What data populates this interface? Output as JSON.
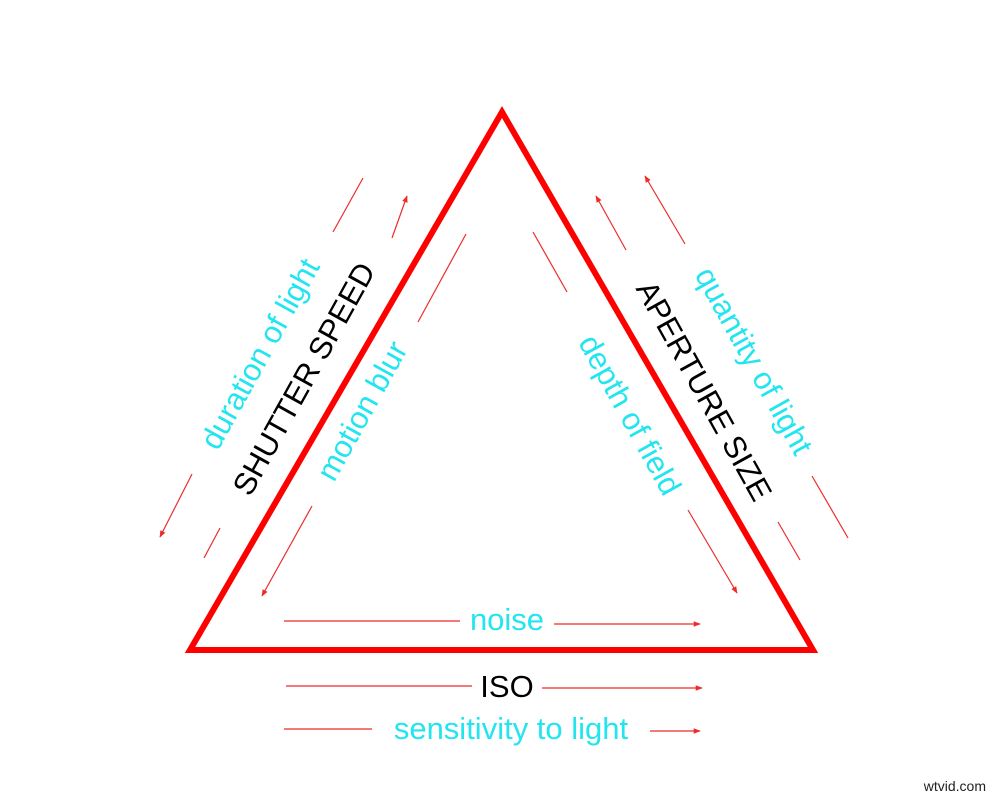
{
  "labels": {
    "shutter_speed": "SHUTTER SPEED",
    "aperture_size": "APERTURE SIZE",
    "iso": "ISO",
    "duration_of_light": "duration of light",
    "quantity_of_light": "quantity of light",
    "motion_blur": "motion blur",
    "depth_of_field": "depth of field",
    "noise": "noise",
    "sensitivity_to_light": "sensitivity to light"
  },
  "watermark": "wtvid.com",
  "colors": {
    "triangle": "#ff0000",
    "arrows": "#ee2b2b",
    "term_text": "#000000",
    "effect_text": "#22e5f0"
  }
}
